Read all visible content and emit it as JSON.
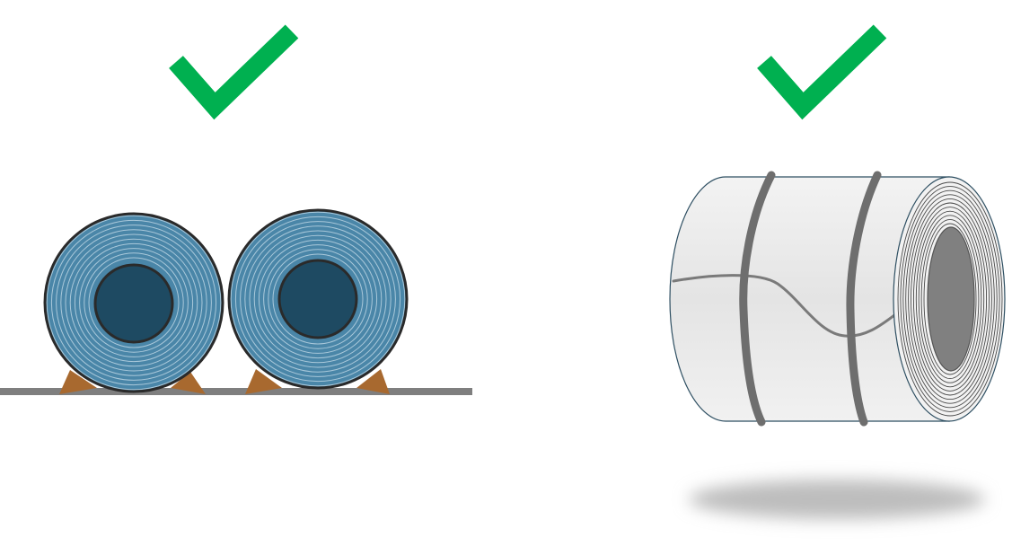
{
  "colors": {
    "check": "#00b050",
    "coil_face": "#4a86a8",
    "coil_rings": "#a9c8da",
    "coil_core": "#1e4a62",
    "coil_outline": "#2a2a2a",
    "chock": "#a8692f",
    "floor": "#7f7f7f",
    "wrapped_body": "#ececec",
    "wrapped_end": "#f2f2f2",
    "wrapped_bore": "#808080",
    "strap": "#6e6e6e",
    "shadow": "#bdbdbd"
  },
  "panels": [
    {
      "id": "left",
      "check_icon": "check-icon",
      "status": "correct",
      "illustration": "two-steel-coils-on-chocks"
    },
    {
      "id": "right",
      "check_icon": "check-icon",
      "status": "correct",
      "illustration": "banded-wrapped-coil"
    }
  ]
}
